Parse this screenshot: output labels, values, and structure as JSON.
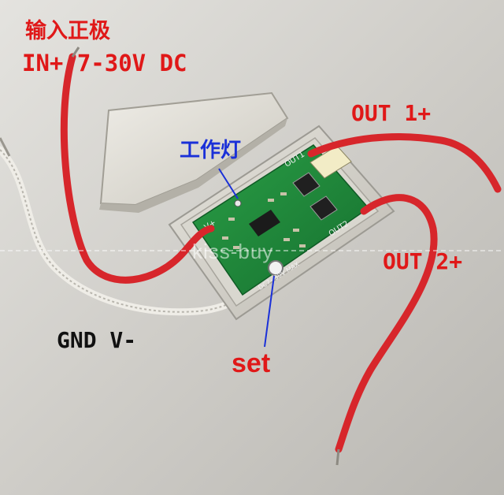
{
  "labels": {
    "input_cn": "输入正极",
    "input_spec": "IN+ 7-30V DC",
    "out1": "OUT 1+",
    "out2": "OUT 2+",
    "work_light": "工作灯",
    "gnd": "GND V-",
    "set": "set",
    "watermark": "kiss-buy"
  },
  "board": {
    "silkscreen_out1": "OUT1",
    "silkscreen_out2": "OUT2",
    "silkscreen_vin": "V+",
    "silkscreen_rating": "DC7~30V  MAX"
  },
  "colors": {
    "background": "#c9c7c2",
    "wire_red": "#d7262b",
    "wire_white": "#e8e6e0",
    "pcb_green": "#1f8a3a",
    "case_gray": "#dcdad3",
    "label_red": "#e01818",
    "label_blue": "#1a30d8",
    "label_black": "#111111"
  }
}
